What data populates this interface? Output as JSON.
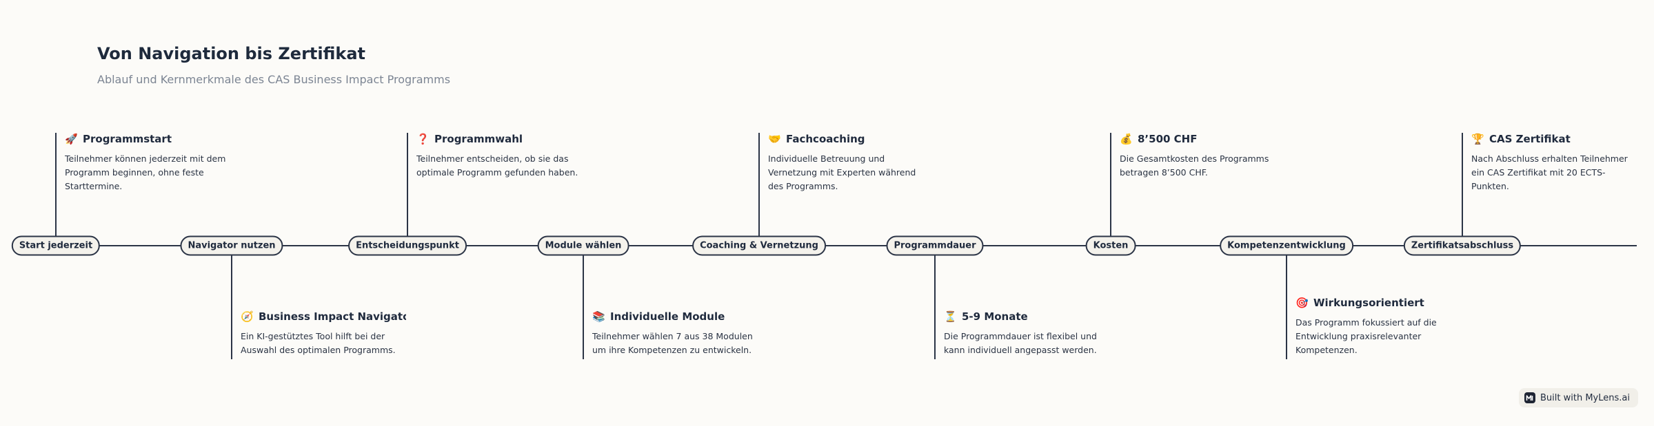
{
  "header": {
    "title": "Von Navigation bis Zertifikat",
    "subtitle": "Ablauf und Kernmerkmale des CAS Business Impact Programms"
  },
  "nodes": [
    "Start jederzeit",
    "Navigator nutzen",
    "Entscheidungspunkt",
    "Module wählen",
    "Coaching & Vernetzung",
    "Programmdauer",
    "Kosten",
    "Kompetenzentwicklung",
    "Zertifikatsabschluss"
  ],
  "cards": [
    {
      "icon": "🚀",
      "title": "Programmstart",
      "text": "Teilnehmer können jederzeit mit dem Programm beginnen, ohne feste Starttermine."
    },
    {
      "icon": "🧭",
      "title": "Business Impact Navigator",
      "text": "Ein KI-gestütztes Tool hilft bei der Auswahl des optimalen Programms."
    },
    {
      "icon": "❓",
      "title": "Programmwahl",
      "text": "Teilnehmer entscheiden, ob sie das optimale Programm gefunden haben."
    },
    {
      "icon": "📚",
      "title": "Individuelle Module",
      "text": "Teilnehmer wählen 7 aus 38 Modulen um ihre Kompetenzen zu entwickeln."
    },
    {
      "icon": "🤝",
      "title": "Fachcoaching",
      "text": "Individuelle Betreuung und Vernetzung mit Experten während des Programms."
    },
    {
      "icon": "⏳",
      "title": "5-9 Monate",
      "text": "Die Programmdauer ist flexibel und kann individuell angepasst werden."
    },
    {
      "icon": "💰",
      "title": "8’500 CHF",
      "text": "Die Gesamtkosten des Programms betragen 8’500 CHF."
    },
    {
      "icon": "🎯",
      "title": "Wirkungsorientiert",
      "text": "Das Programm fokussiert auf die Entwicklung praxisrelevanter Kompetenzen."
    },
    {
      "icon": "🏆",
      "title": "CAS Zertifikat",
      "text": "Nach Abschluss erhalten Teilnehmer ein CAS Zertifikat mit 20 ECTS-Punkten."
    }
  ],
  "footer": {
    "badge": "Built with MyLens.ai"
  }
}
